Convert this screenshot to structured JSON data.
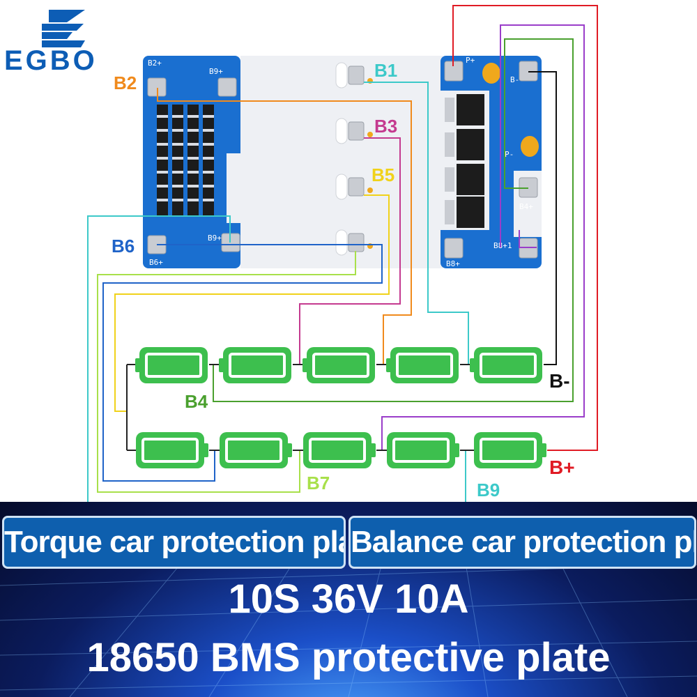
{
  "logo": {
    "text": "EGBO",
    "color": "#0d5db5"
  },
  "colors": {
    "b1": "#3cc9c9",
    "b2": "#f08a1c",
    "b3": "#c43a8f",
    "b4": "#4aa02e",
    "b5": "#f0d21a",
    "b6": "#1f63c8",
    "b7": "#a8e04a",
    "b9": "#3cc9c9",
    "bplus": "#e01b24",
    "bminus": "#111111",
    "purple": "#9a3dc9",
    "pcb": "#1a6fd0",
    "battery": "#3dbf4e"
  },
  "labels": {
    "B1": "B1",
    "B2": "B2",
    "B3": "B3",
    "B4": "B4",
    "B5": "B5",
    "B6": "B6",
    "B7": "B7",
    "B9": "B9",
    "Bminus": "B-",
    "Bplus": "B+"
  },
  "pcb_left_markings": {
    "b2": "B2+",
    "b9": "B9+",
    "b6": "B6+",
    "b9b": "B9+"
  },
  "pcb_right_markings": {
    "p_plus": "P+",
    "b_minus": "B-",
    "p_minus": "P-",
    "b4": "B4+",
    "b8": "B8+",
    "b8b": "B8+1"
  },
  "banners": {
    "left": "Torque car protection plate",
    "right": "Balance car protection plate"
  },
  "title": {
    "line1": "10S 36V 10A",
    "line2": "18650 BMS protective plate"
  }
}
